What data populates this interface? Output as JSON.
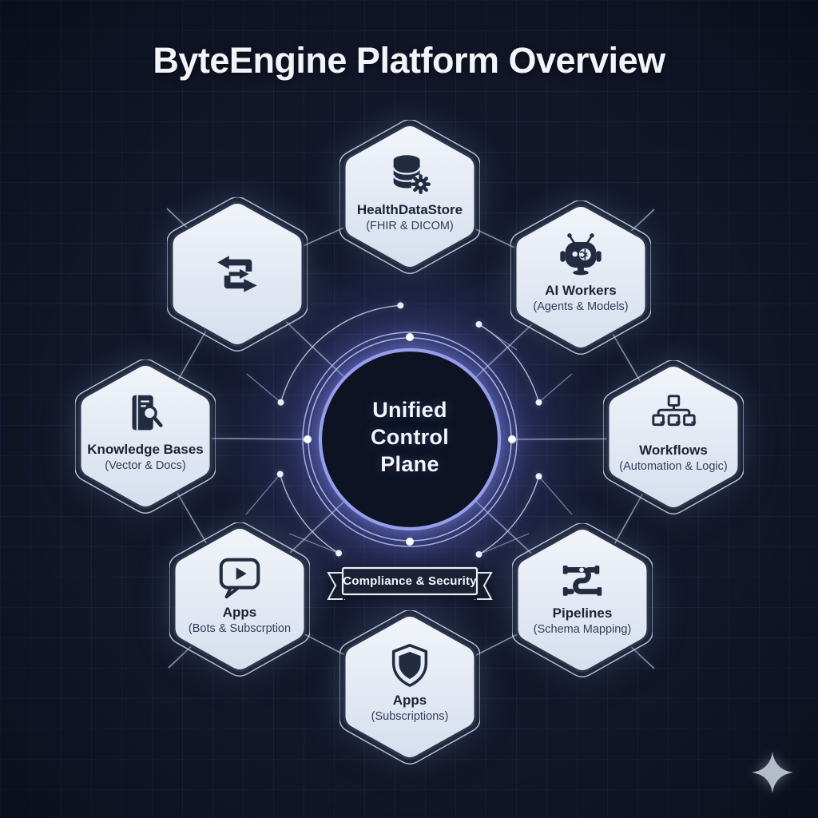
{
  "header": {
    "title": "ByteEngine Platform Overview"
  },
  "center": {
    "lines": [
      "Unified",
      "Control",
      "Plane"
    ]
  },
  "ribbon": {
    "label": "Compliance & Security"
  },
  "nodes": [
    {
      "id": "health-data-store",
      "title": "HealthDataStore",
      "subtitle": "(FHIR & DICOM)",
      "icon": "database-gear-icon"
    },
    {
      "id": "ai-workers",
      "title": "AI Workers",
      "subtitle": "(Agents & Models)",
      "icon": "robot-icon"
    },
    {
      "id": "workflows",
      "title": "Workflows",
      "subtitle": "(Automation & Logic)",
      "icon": "org-chart-icon"
    },
    {
      "id": "pipelines",
      "title": "Pipelines",
      "subtitle": "(Schema Mapping)",
      "icon": "pipeline-icon"
    },
    {
      "id": "apps-subscriptions",
      "title": "Apps",
      "subtitle": "(Subscriptions)",
      "icon": "shield-icon"
    },
    {
      "id": "apps-bots",
      "title": "Apps",
      "subtitle": "(Bots & Subscrption",
      "icon": "chat-play-icon"
    },
    {
      "id": "knowledge-bases",
      "title": "Knowledge Bases",
      "subtitle": "(Vector & Docs)",
      "icon": "book-search-icon"
    },
    {
      "id": "data-transfer",
      "title": "",
      "subtitle": "",
      "icon": "transfer-arrows-icon"
    }
  ],
  "decor": {
    "sparkle": "four-point-star-icon"
  },
  "palette": {
    "background": "#12172a",
    "hexagon_fill": "#e3eaf4",
    "hexagon_border": "#2c3449",
    "icon": "#232b40",
    "ring_accent": "#8e96e8",
    "connector": "#b6c5da",
    "text_dark": "#1b2335",
    "text_light": "#f3f5fb"
  }
}
